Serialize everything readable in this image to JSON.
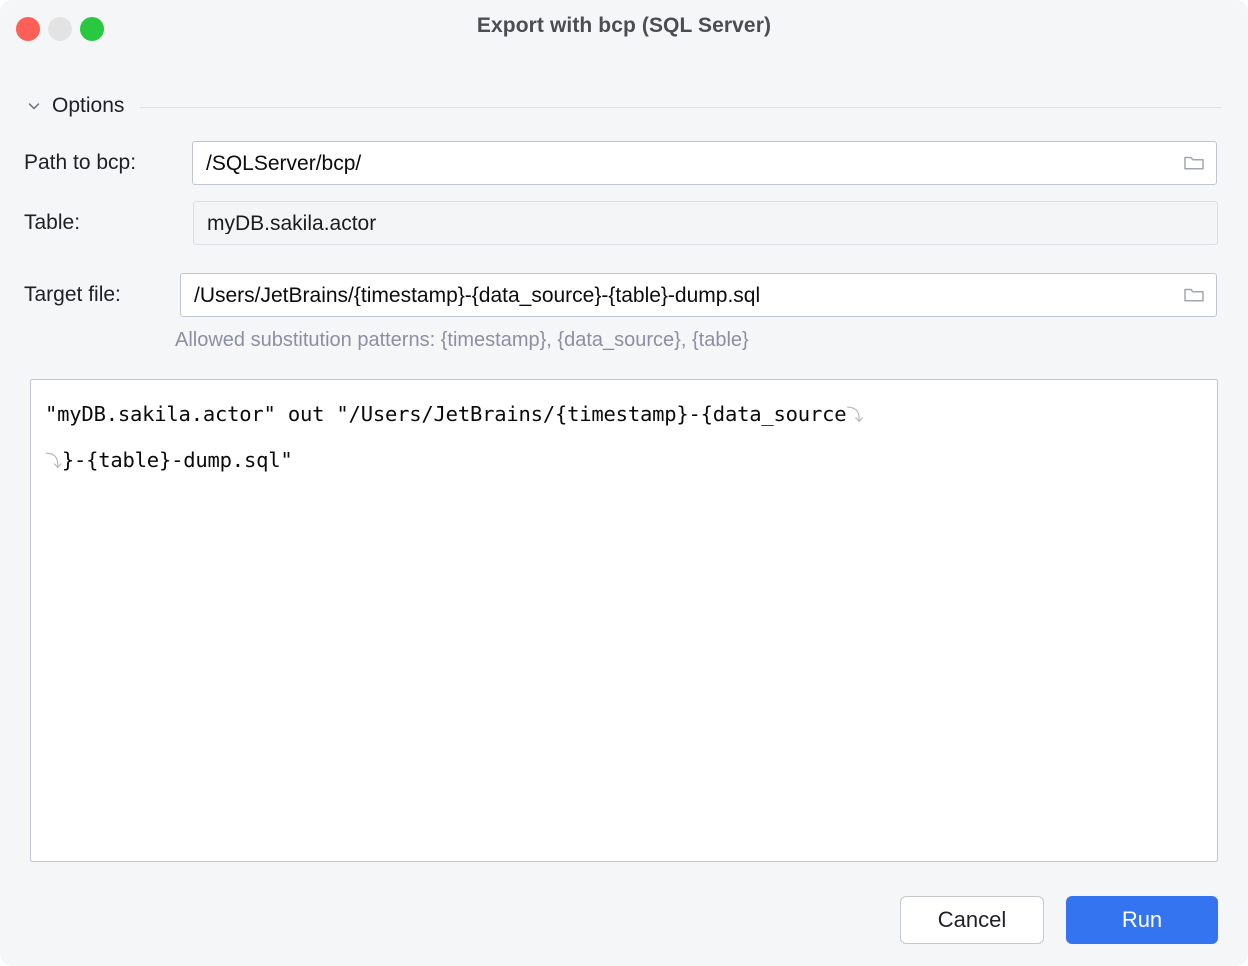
{
  "window": {
    "title": "Export with bcp (SQL Server)",
    "traffic_lights": [
      {
        "name": "close",
        "color": "#ff5f57"
      },
      {
        "name": "minimize",
        "color": "#e3e3e3"
      },
      {
        "name": "maximize",
        "color": "#28c840"
      }
    ]
  },
  "options_section": {
    "title": "Options",
    "chevron_icon": "chevron-down-icon",
    "expanded": true
  },
  "form": {
    "path_to_bcp": {
      "label": "Path to bcp:",
      "value": "/SQLServer/bcp/",
      "readonly": false,
      "browse_icon": "folder-icon"
    },
    "table": {
      "label": "Table:",
      "value": "myDB.sakila.actor",
      "readonly": true
    },
    "target_file": {
      "label": "Target file:",
      "value": "/Users/JetBrains/{timestamp}-{data_source}-{table}-dump.sql",
      "readonly": false,
      "browse_icon": "folder-icon",
      "hint": "Allowed substitution patterns: {timestamp}, {data_source}, {table}"
    }
  },
  "command_preview": {
    "lines": [
      "\"myDB.sakila.actor\" out \"/Users/JetBrains/{timestamp}-{data_source",
      "}-{table}-dump.sql\""
    ],
    "wrap_marker": "⤵"
  },
  "footer": {
    "cancel_label": "Cancel",
    "run_label": "Run",
    "accent_color": "#3574f0"
  }
}
